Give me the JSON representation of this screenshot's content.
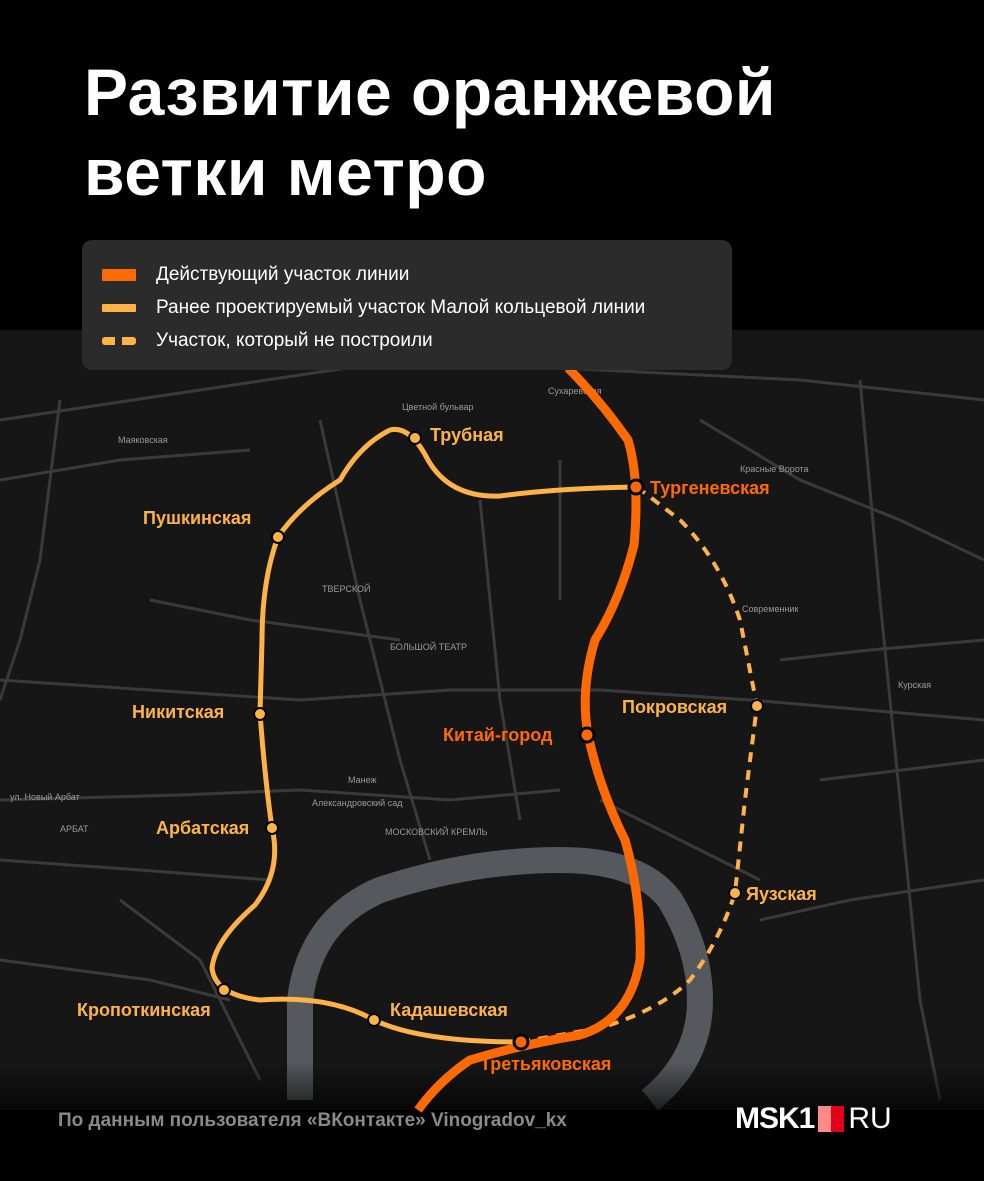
{
  "title_line1": "Развитие оранжевой",
  "title_line2": "ветки метро",
  "legend": [
    {
      "label": "Действующий участок линии",
      "color": "#ff6a00",
      "style": "solid-thick"
    },
    {
      "label": "Ранее проектируемый участок Малой кольцевой линии",
      "color": "#ffb347",
      "style": "solid"
    },
    {
      "label": "Участок, который не построили",
      "color": "#ffb347",
      "style": "dashed"
    }
  ],
  "stations": {
    "trubnaya": "Трубная",
    "turgenevskaya": "Тургеневская",
    "pushkinskaya": "Пушкинская",
    "nikitskaya": "Никитская",
    "kitay_gorod": "Китай-город",
    "pokrovskaya": "Покровская",
    "arbatskaya": "Арбатская",
    "yauzskaya": "Яузская",
    "kropotkinskaya": "Кропоткинская",
    "kadashevskaya": "Кадашевская",
    "tretyakovskaya": "Третьяковская"
  },
  "map_labels": {
    "tverskoy": "ТВЕРСКОЙ",
    "arbat": "АРБАТ",
    "kremlin": "МОСКОВСКИЙ КРЕМЛЬ",
    "manezh": "Манеж",
    "kursk": "Курская",
    "krasnye_vorota": "Красные Ворота",
    "sovremennik": "Современник",
    "tsvetnoy": "Цветной бульвар",
    "mayakovskaya": "Маяковская",
    "novy_arbat": "ул. Новый Арбат",
    "sukharevskaya": "Сухаревская",
    "bolshoy": "БОЛЬШОЙ ТЕАТР",
    "alex_garden": "Александровский сад"
  },
  "colors": {
    "operating": "#ff6a00",
    "planned": "#ffb347",
    "background": "#000000",
    "legend_bg": "#2b2b2b"
  },
  "footer": {
    "source": "По данным пользователя «ВКонтакте» Vinogradov_kx",
    "logo_main": "MSK1",
    "logo_suffix": "RU"
  }
}
